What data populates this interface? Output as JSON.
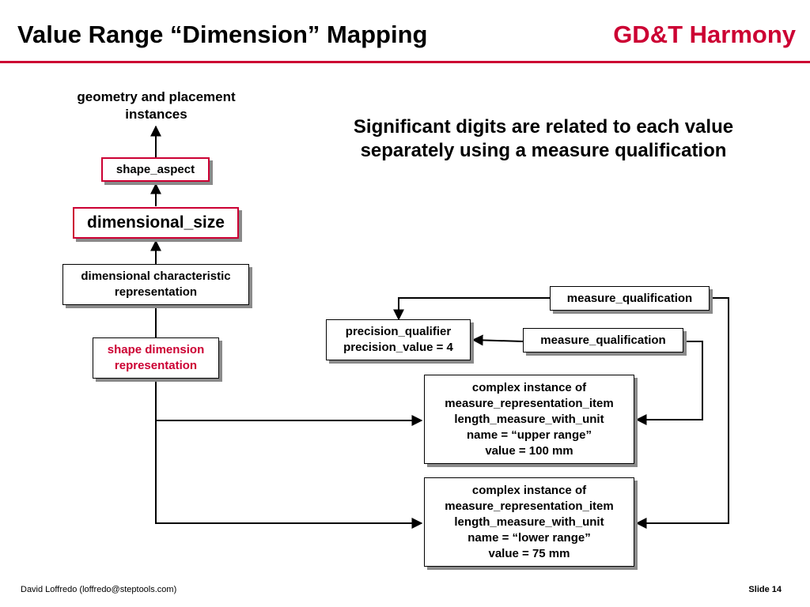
{
  "header": {
    "title": "Value Range “Dimension” Mapping",
    "brand": "GD&T Harmony"
  },
  "diagram": {
    "top_caption": [
      "geometry and placement",
      "instances"
    ],
    "note": [
      "Significant digits are related to each",
      "value separately using a measure",
      "qualification"
    ],
    "nodes": {
      "shape_aspect": "shape_aspect",
      "dimensional_size": "dimensional_size",
      "dim_char_rep": [
        "dimensional characteristic",
        "representation"
      ],
      "shape_dim_rep": [
        "shape dimension",
        "representation"
      ],
      "measure_qualification_1": "measure_qualification",
      "measure_qualification_2": "measure_qualification",
      "precision_qualifier": [
        "precision_qualifier",
        "precision_value = 4"
      ],
      "upper_range": [
        "complex instance of",
        "measure_representation_item",
        "length_measure_with_unit",
        "name = “upper range”",
        "value = 100 mm"
      ],
      "lower_range": [
        "complex instance of",
        "measure_representation_item",
        "length_measure_with_unit",
        "name = “lower range”",
        "value = 75 mm"
      ]
    },
    "colors": {
      "accent": "#cc0033",
      "shadow": "#8a8a8a"
    }
  },
  "footer": {
    "author": "David Loffredo (loffredo@steptools.com)",
    "slide": "Slide 14"
  }
}
